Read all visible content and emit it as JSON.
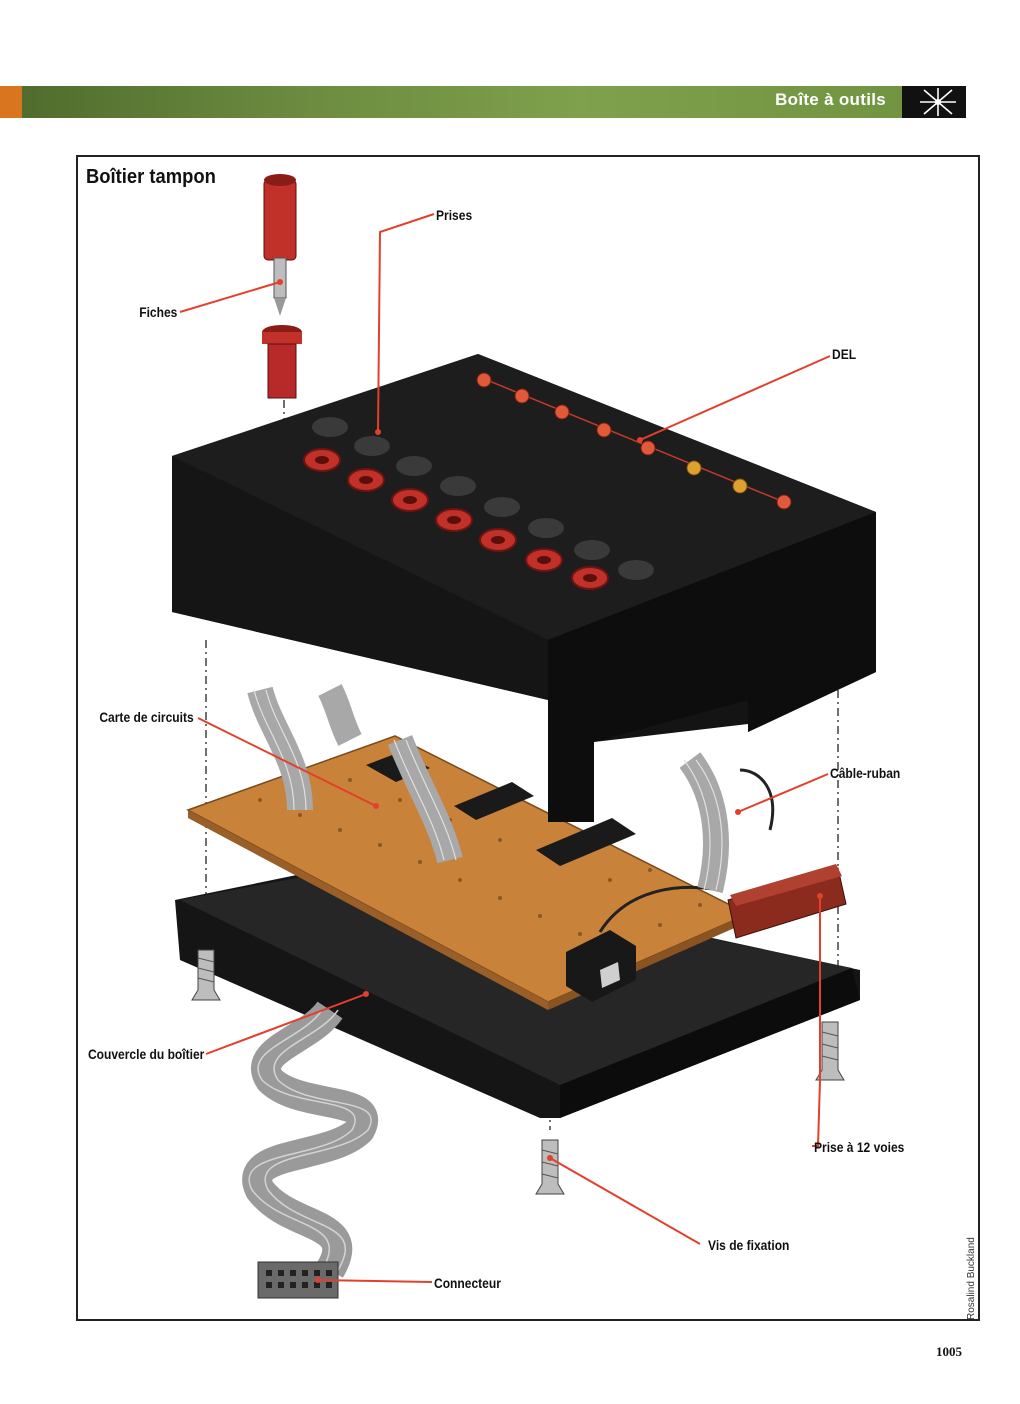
{
  "header": {
    "section_title": "Boîte à outils",
    "logo_icon": "sunburst-logo-icon"
  },
  "figure": {
    "title": "Boîtier tampon",
    "labels": {
      "prises": "Prises",
      "fiches": "Fiches",
      "del": "DEL",
      "carte": "Carte de circuits",
      "cable": "Câble-ruban",
      "couvercle": "Couvercle du boîtier",
      "prise12": "Prise à 12 voies",
      "vis": "Vis de fixation",
      "connecteur": "Connecteur"
    },
    "leader_color": "#e2402c",
    "box_color": "#141414",
    "board_color": "#c9823a"
  },
  "credit": "Rosalind Buckland",
  "page_number": "1005"
}
